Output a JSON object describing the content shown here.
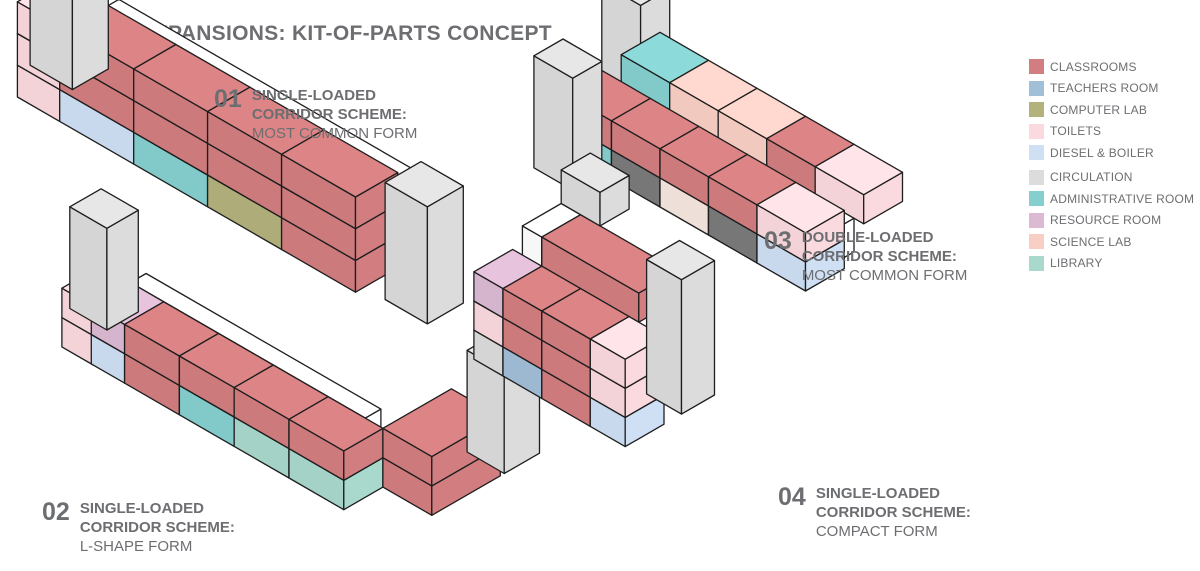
{
  "title": "SCHOOL EXPANSIONS: KIT-OF-PARTS CONCEPT",
  "schemes": [
    {
      "number": "01",
      "line1": "SINGLE-LOADED",
      "line2": "CORRIDOR SCHEME:",
      "line3": "MOST COMMON FORM"
    },
    {
      "number": "02",
      "line1": "SINGLE-LOADED",
      "line2": "CORRIDOR SCHEME:",
      "line3": "L-SHAPE FORM"
    },
    {
      "number": "03",
      "line1": "DOUBLE-LOADED",
      "line2": "CORRIDOR SCHEME:",
      "line3": "MOST COMMON FORM"
    },
    {
      "number": "04",
      "line1": "SINGLE-LOADED",
      "line2": "CORRIDOR SCHEME:",
      "line3": "COMPACT FORM"
    }
  ],
  "legend": [
    {
      "label": "CLASSROOMS",
      "color": "#d27e80"
    },
    {
      "label": "TEACHERS ROOM",
      "color": "#a2bfd8"
    },
    {
      "label": "COMPUTER LAB",
      "color": "#b3b27d"
    },
    {
      "label": "TOILETS",
      "color": "#fadade"
    },
    {
      "label": "DIESEL & BOILER",
      "color": "#cfe0f4"
    },
    {
      "label": "CIRCULATION",
      "color": "#dcdcdc"
    },
    {
      "label": "ADMINISTRATIVE ROOM",
      "color": "#85d0cf"
    },
    {
      "label": "RESOURCE ROOM",
      "color": "#dcbad3"
    },
    {
      "label": "SCIENCE LAB",
      "color": "#f9cfc5"
    },
    {
      "label": "LIBRARY",
      "color": "#a9d9cc"
    }
  ]
}
